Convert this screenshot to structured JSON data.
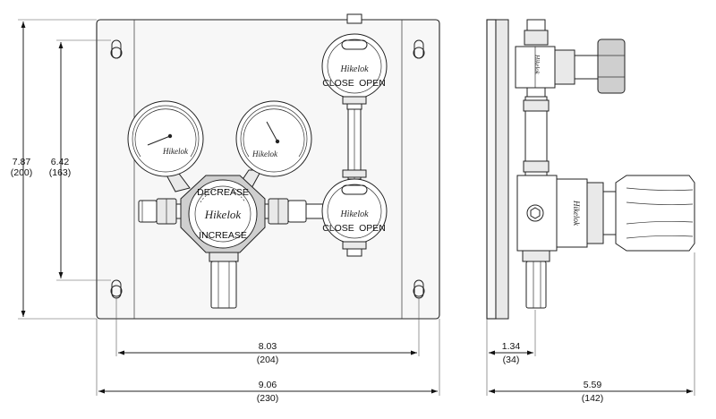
{
  "brand": "Hikelok",
  "valve_labels": {
    "open": "OPEN",
    "close": "CLOSE",
    "decrease": "DECREASE",
    "increase": "INCREASE"
  },
  "dimensions": {
    "overall_height": {
      "value": "7.87",
      "metric": "(200)"
    },
    "hole_height": {
      "value": "6.42",
      "metric": "(163)"
    },
    "hole_width": {
      "value": "8.03",
      "metric": "(204)"
    },
    "overall_width": {
      "value": "9.06",
      "metric": "(230)"
    },
    "plate_offset": {
      "value": "1.34",
      "metric": "(34)"
    },
    "overall_depth": {
      "value": "5.59",
      "metric": "(142)"
    }
  }
}
